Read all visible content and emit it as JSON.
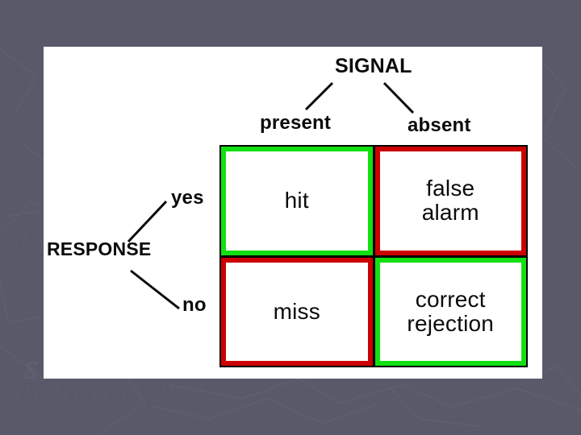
{
  "slide": {
    "background_color": "#585a6a",
    "panel_color": "#ffffff"
  },
  "diagram": {
    "type": "signal-detection-2x2-matrix",
    "column_axis": {
      "title": "SIGNAL",
      "categories": [
        "present",
        "absent"
      ]
    },
    "row_axis": {
      "title": "RESPONSE",
      "categories": [
        "yes",
        "no"
      ]
    },
    "colors": {
      "correct": "#12e012",
      "error": "#cc0000",
      "grid": "#000000",
      "text": "#0b0b0b"
    },
    "cells": [
      {
        "id": "hit",
        "row": "yes",
        "column": "present",
        "lines": [
          "hit"
        ],
        "outcome": "correct",
        "border_color": "#12e012"
      },
      {
        "id": "false-alarm",
        "row": "yes",
        "column": "absent",
        "lines": [
          "false",
          "alarm"
        ],
        "outcome": "error",
        "border_color": "#cc0000"
      },
      {
        "id": "miss",
        "row": "no",
        "column": "present",
        "lines": [
          "miss"
        ],
        "outcome": "error",
        "border_color": "#cc0000"
      },
      {
        "id": "correct-rejection",
        "row": "no",
        "column": "absent",
        "lines": [
          "correct",
          "rejection"
        ],
        "outcome": "correct",
        "border_color": "#12e012"
      }
    ]
  }
}
